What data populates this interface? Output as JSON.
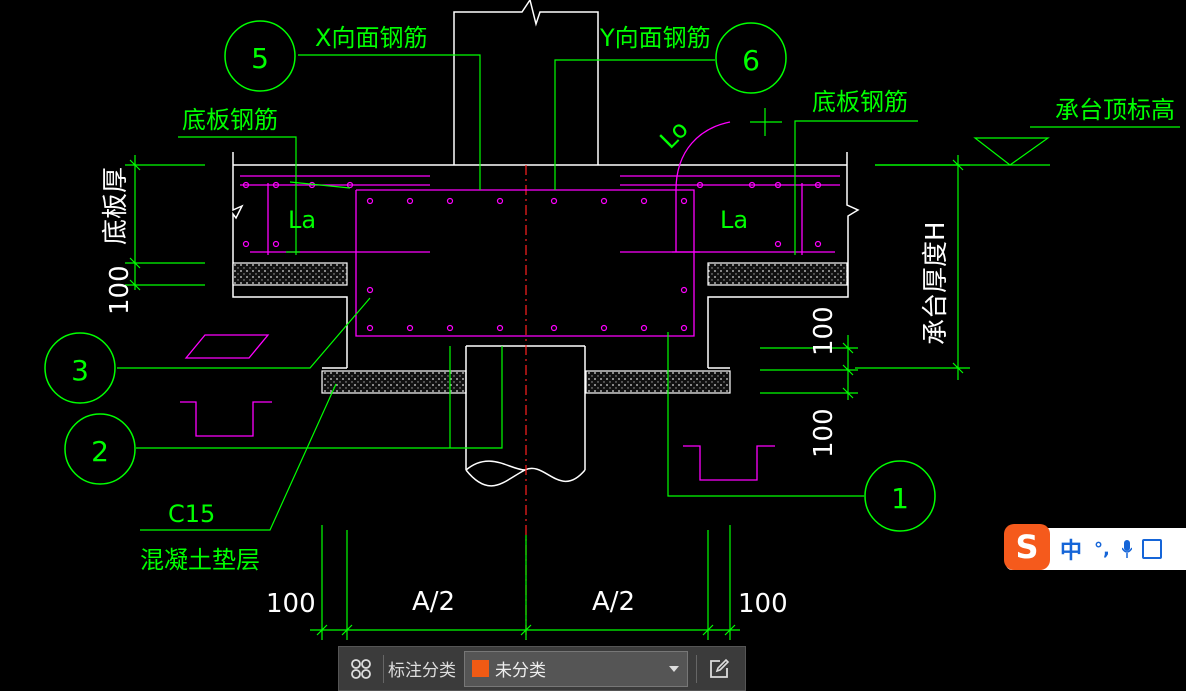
{
  "colors": {
    "background": "#000000",
    "green": "#00ff00",
    "white": "#ffffff",
    "magenta": "#ff00ff",
    "red_centerline": "#ff0000",
    "ime_orange": "#f55a1c",
    "ime_blue": "#1565d8",
    "category_swatch": "#f05a14"
  },
  "labels": {
    "x_rebar": "X向面钢筋",
    "y_rebar": "Y向面钢筋",
    "base_rebar_left": "底板钢筋",
    "base_rebar_right": "底板钢筋",
    "cap_top_elev": "承台顶标高",
    "base_thickness": "底板厚",
    "cap_thickness": "承台厚度H",
    "la_left": "La",
    "la_right": "La",
    "lo": "Lo",
    "c15": "C15",
    "cushion": "混凝土垫层",
    "dim_100_left_v": "100",
    "dim_100_right_v1": "100",
    "dim_100_right_v2": "100",
    "dim_100_bottom_left": "100",
    "dim_a2_left": "A/2",
    "dim_a2_right": "A/2",
    "dim_100_bottom_right": "100"
  },
  "callouts": {
    "c1": "1",
    "c2": "2",
    "c3": "3",
    "c5": "5",
    "c6": "6"
  },
  "ime": {
    "logo": "S",
    "lang": "中",
    "punct": "°,",
    "icons": [
      "mic-icon",
      "keyboard-icon"
    ]
  },
  "toolbar": {
    "layout_icon": "grid-icon",
    "label": "标注分类",
    "category_value": "未分类",
    "edit_icon": "edit-icon"
  }
}
